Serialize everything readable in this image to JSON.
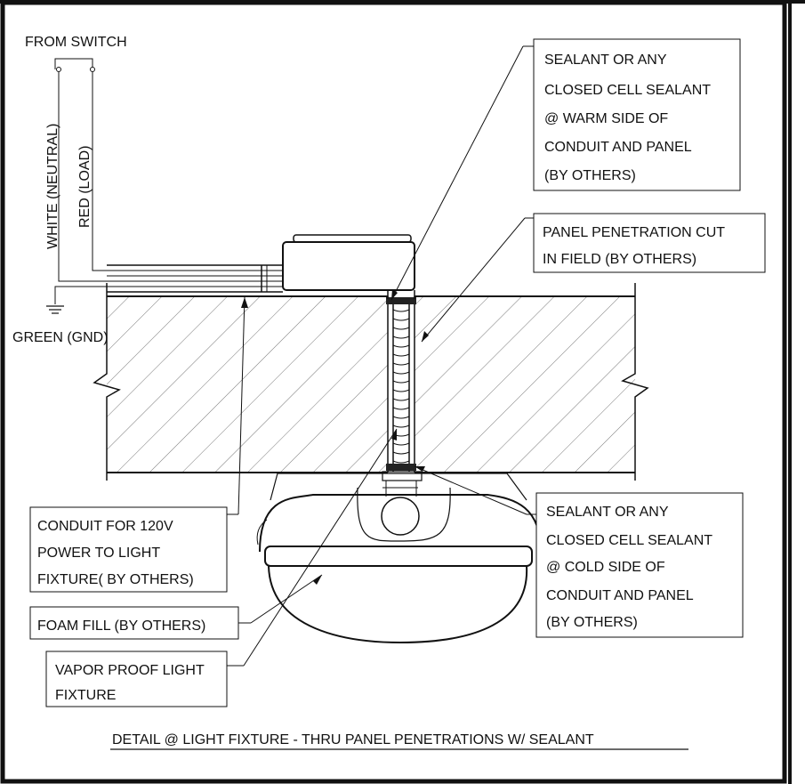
{
  "title": "DETAIL @ LIGHT FIXTURE - THRU PANEL PENETRATIONS W/ SEALANT",
  "wiring": {
    "from_switch": "FROM SWITCH",
    "white_neutral": "WHITE (NEUTRAL)",
    "red_load": "RED (LOAD)",
    "green_gnd": "GREEN (GND)"
  },
  "callouts": {
    "sealant_warm": [
      "SEALANT OR ANY",
      "CLOSED CELL SEALANT",
      "@ WARM SIDE OF",
      "CONDUIT AND PANEL",
      "(BY OTHERS)"
    ],
    "panel_penetration": [
      "PANEL PENETRATION CUT",
      "IN FIELD (BY OTHERS)"
    ],
    "conduit": [
      "CONDUIT FOR 120V",
      "POWER TO LIGHT",
      "FIXTURE( BY OTHERS)"
    ],
    "sealant_cold": [
      "SEALANT OR ANY",
      "CLOSED CELL SEALANT",
      "@ COLD SIDE OF",
      "CONDUIT AND PANEL",
      "(BY OTHERS)"
    ],
    "foam_fill": [
      "FOAM FILL (BY OTHERS)"
    ],
    "vapor_fixture": [
      "VAPOR PROOF LIGHT",
      "FIXTURE"
    ]
  }
}
